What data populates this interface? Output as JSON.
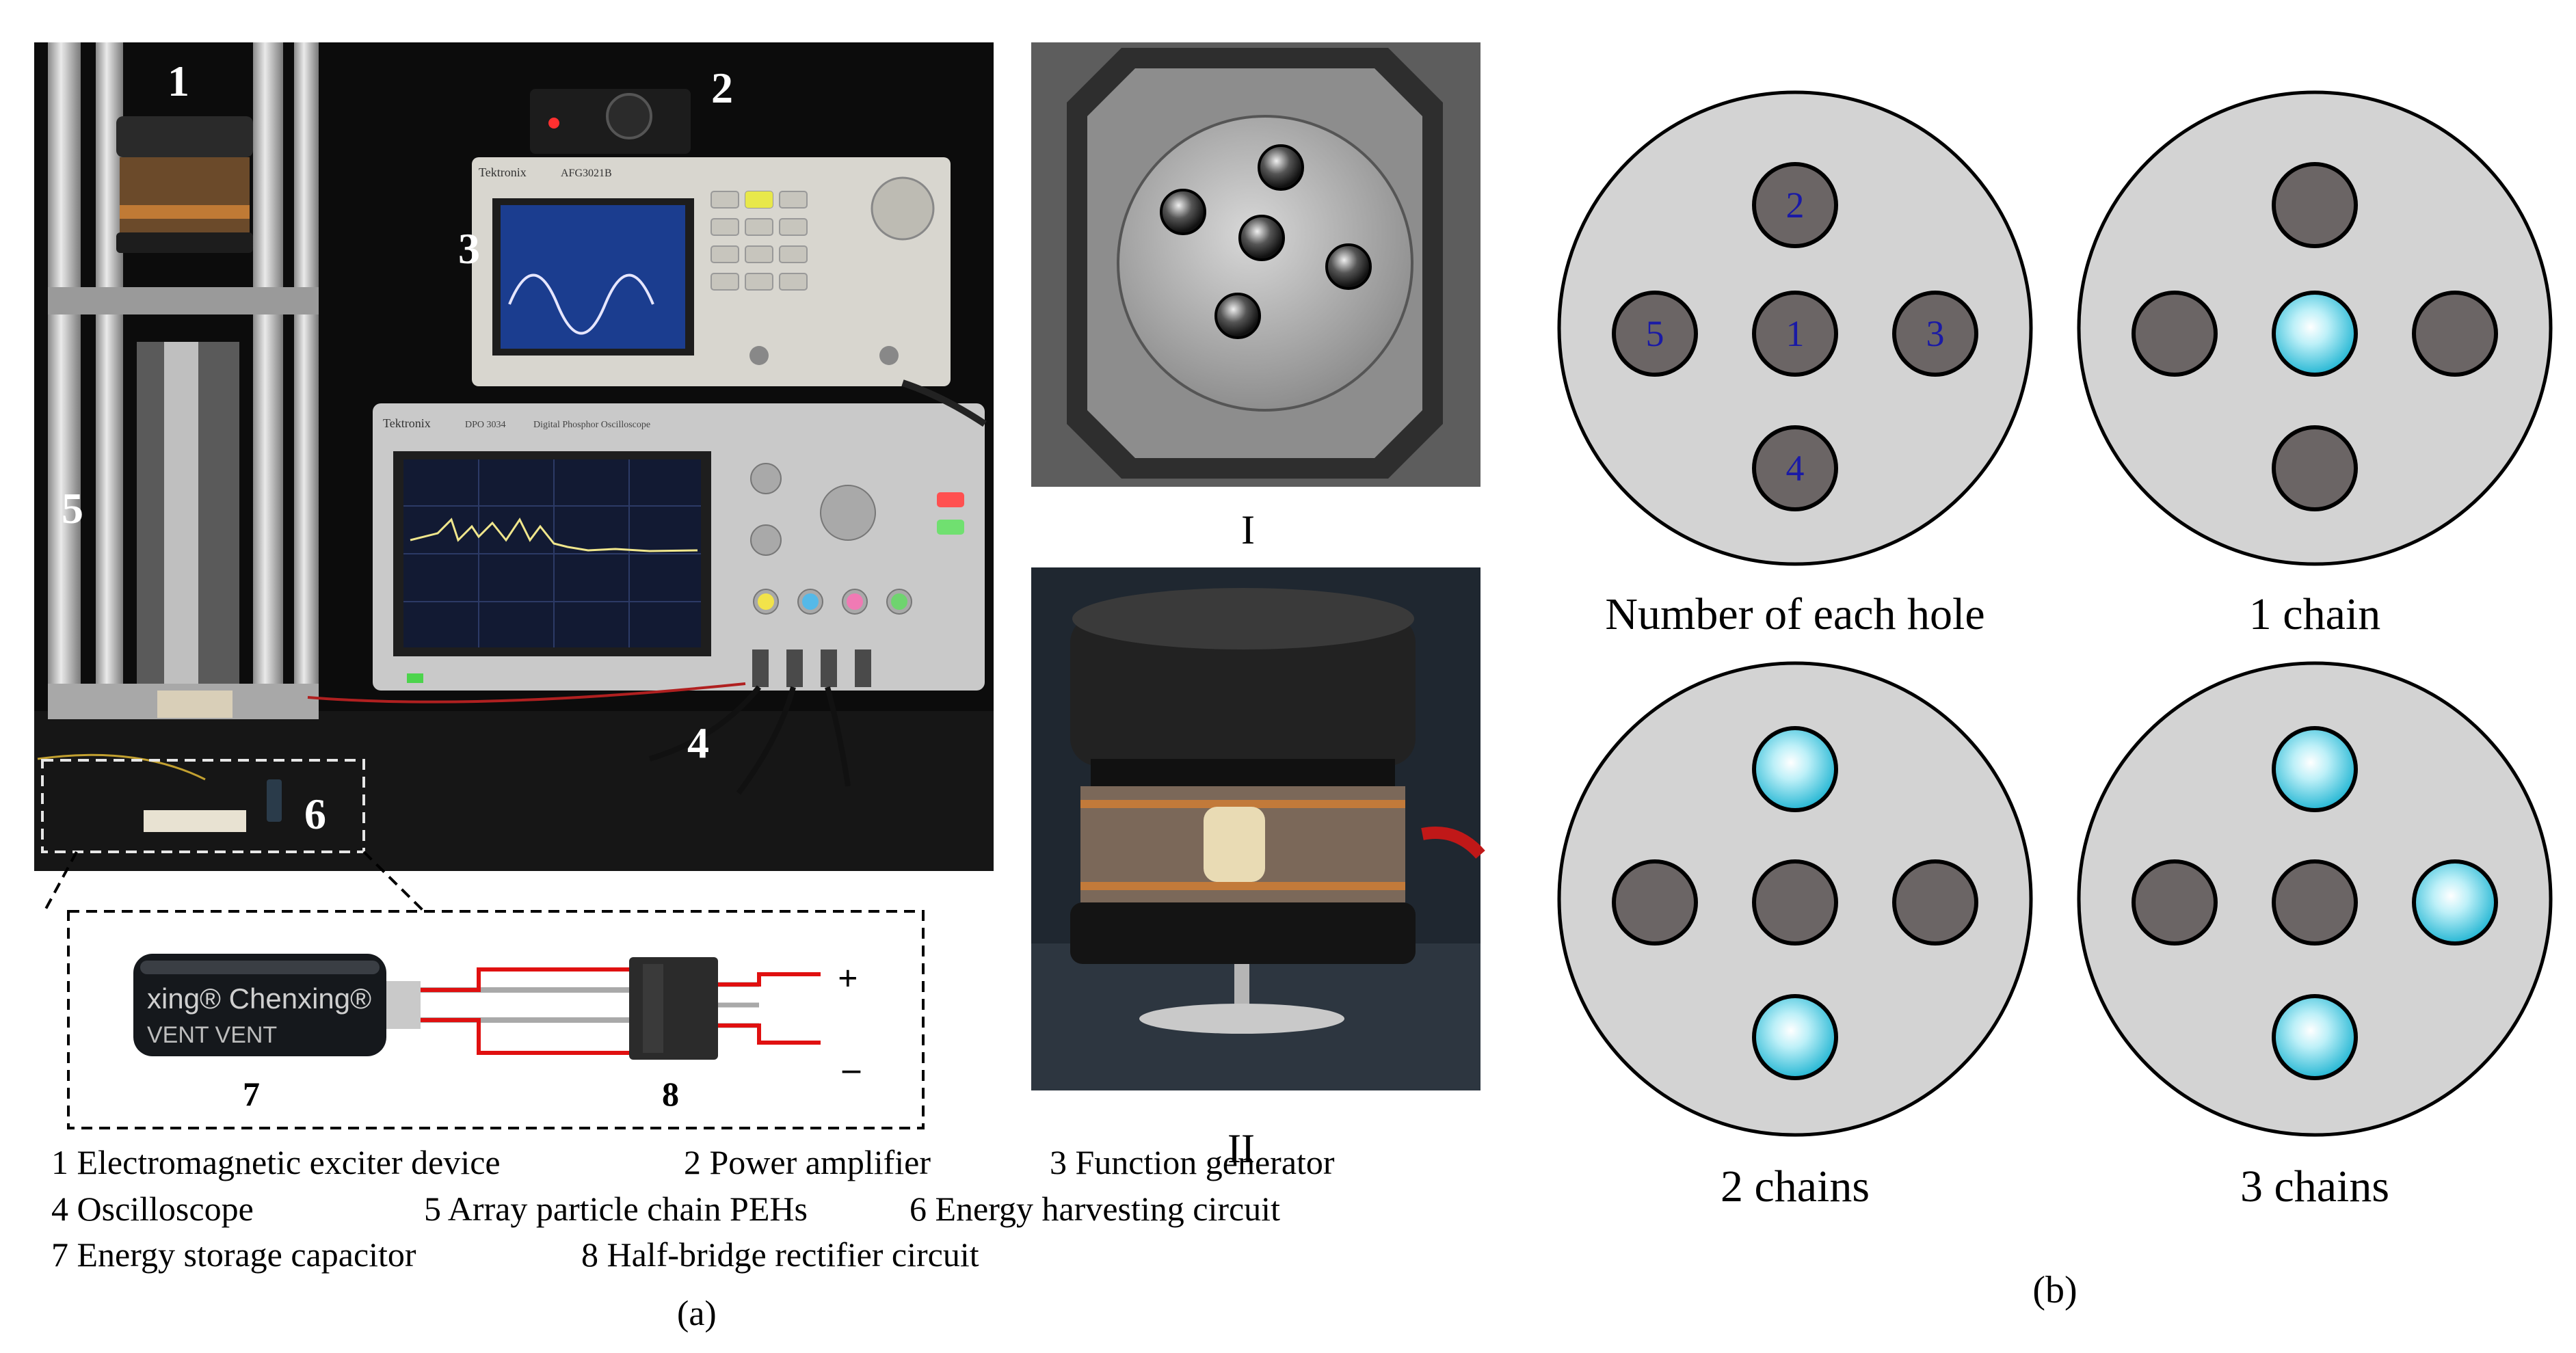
{
  "panel_a": {
    "main_photo": {
      "markers": [
        "1",
        "2",
        "3",
        "4",
        "5",
        "6"
      ],
      "device_texts": {
        "fg_brand": "Tektronix",
        "fg_model": "AFG3021B",
        "osc_brand": "Tektronix",
        "osc_model": "DPO 3034",
        "osc_subtitle": "Digital Phosphor Oscilloscope"
      }
    },
    "inset": {
      "capacitor_text": [
        "xing® Chenxing®",
        "VENT     VENT"
      ],
      "capacitor_number": "7",
      "rectifier_number": "8",
      "plus": "+",
      "minus": "–"
    },
    "legend": [
      [
        "1 Electromagnetic exciter device",
        "2 Power amplifier",
        "3 Function generator"
      ],
      [
        "4 Oscilloscope",
        "5 Array particle chain PEHs",
        "6 Energy harvesting circuit"
      ],
      [
        "7 Energy storage capacitor",
        "8 Half-bridge rectifier circuit"
      ]
    ],
    "label": "(a)"
  },
  "photo_I": {
    "label": "I"
  },
  "photo_II": {
    "label": "II"
  },
  "panel_b": {
    "diagrams": [
      {
        "caption": "Number of each hole",
        "holes": {
          "top": "2",
          "left": "5",
          "center": "1",
          "right": "3",
          "bottom": "4"
        },
        "active": []
      },
      {
        "caption": "1 chain",
        "holes": {},
        "active": [
          "center"
        ]
      },
      {
        "caption": "2 chains",
        "holes": {},
        "active": [
          "top",
          "bottom"
        ]
      },
      {
        "caption": "3 chains",
        "holes": {},
        "active": [
          "top",
          "right",
          "bottom"
        ]
      }
    ],
    "colors": {
      "plate": "#d3d3d3",
      "hole": "#6b6565",
      "chain": "#22b8d4",
      "number": "#1a1aa6"
    },
    "label": "(b)"
  }
}
